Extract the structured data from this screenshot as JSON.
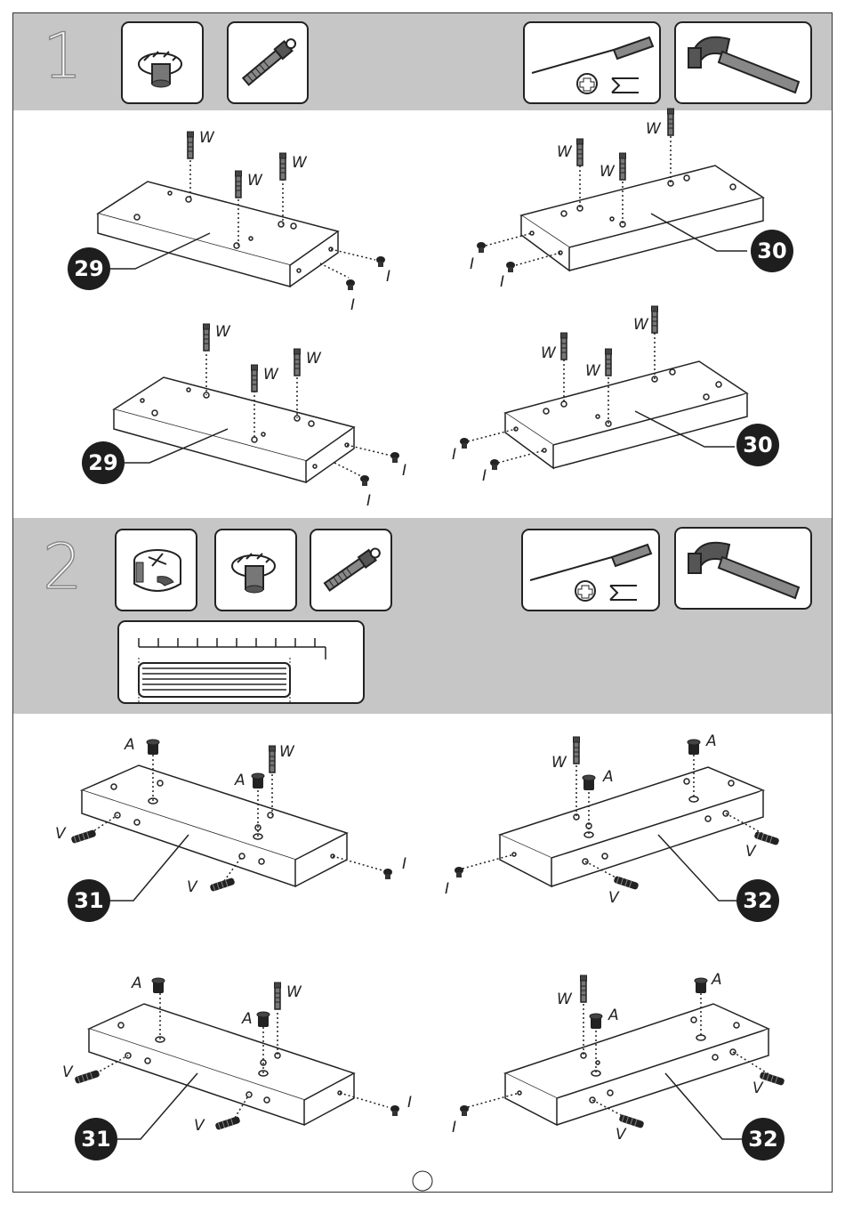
{
  "steps": [
    {
      "number": "1"
    },
    {
      "number": "2"
    }
  ],
  "hardware_labels": {
    "W": "W",
    "I": "I",
    "A": "A",
    "V": "V"
  },
  "part_numbers": {
    "shelf_29": "29",
    "shelf_30": "30",
    "shelf_31": "31",
    "shelf_32": "32"
  },
  "page_number": "",
  "icons": {
    "step1": [
      "dowel-cap-icon",
      "cam-bolt-icon",
      "screwdriver-icon",
      "hammer-icon"
    ],
    "step2": [
      "cam-lock-icon",
      "dowel-cap-icon",
      "cam-bolt-icon",
      "screwdriver-icon",
      "hammer-icon",
      "wooden-dowel-ruler-icon"
    ]
  },
  "colors": {
    "band": "#c6c6c6",
    "badge": "#1e1e1e",
    "line": "#222222"
  }
}
